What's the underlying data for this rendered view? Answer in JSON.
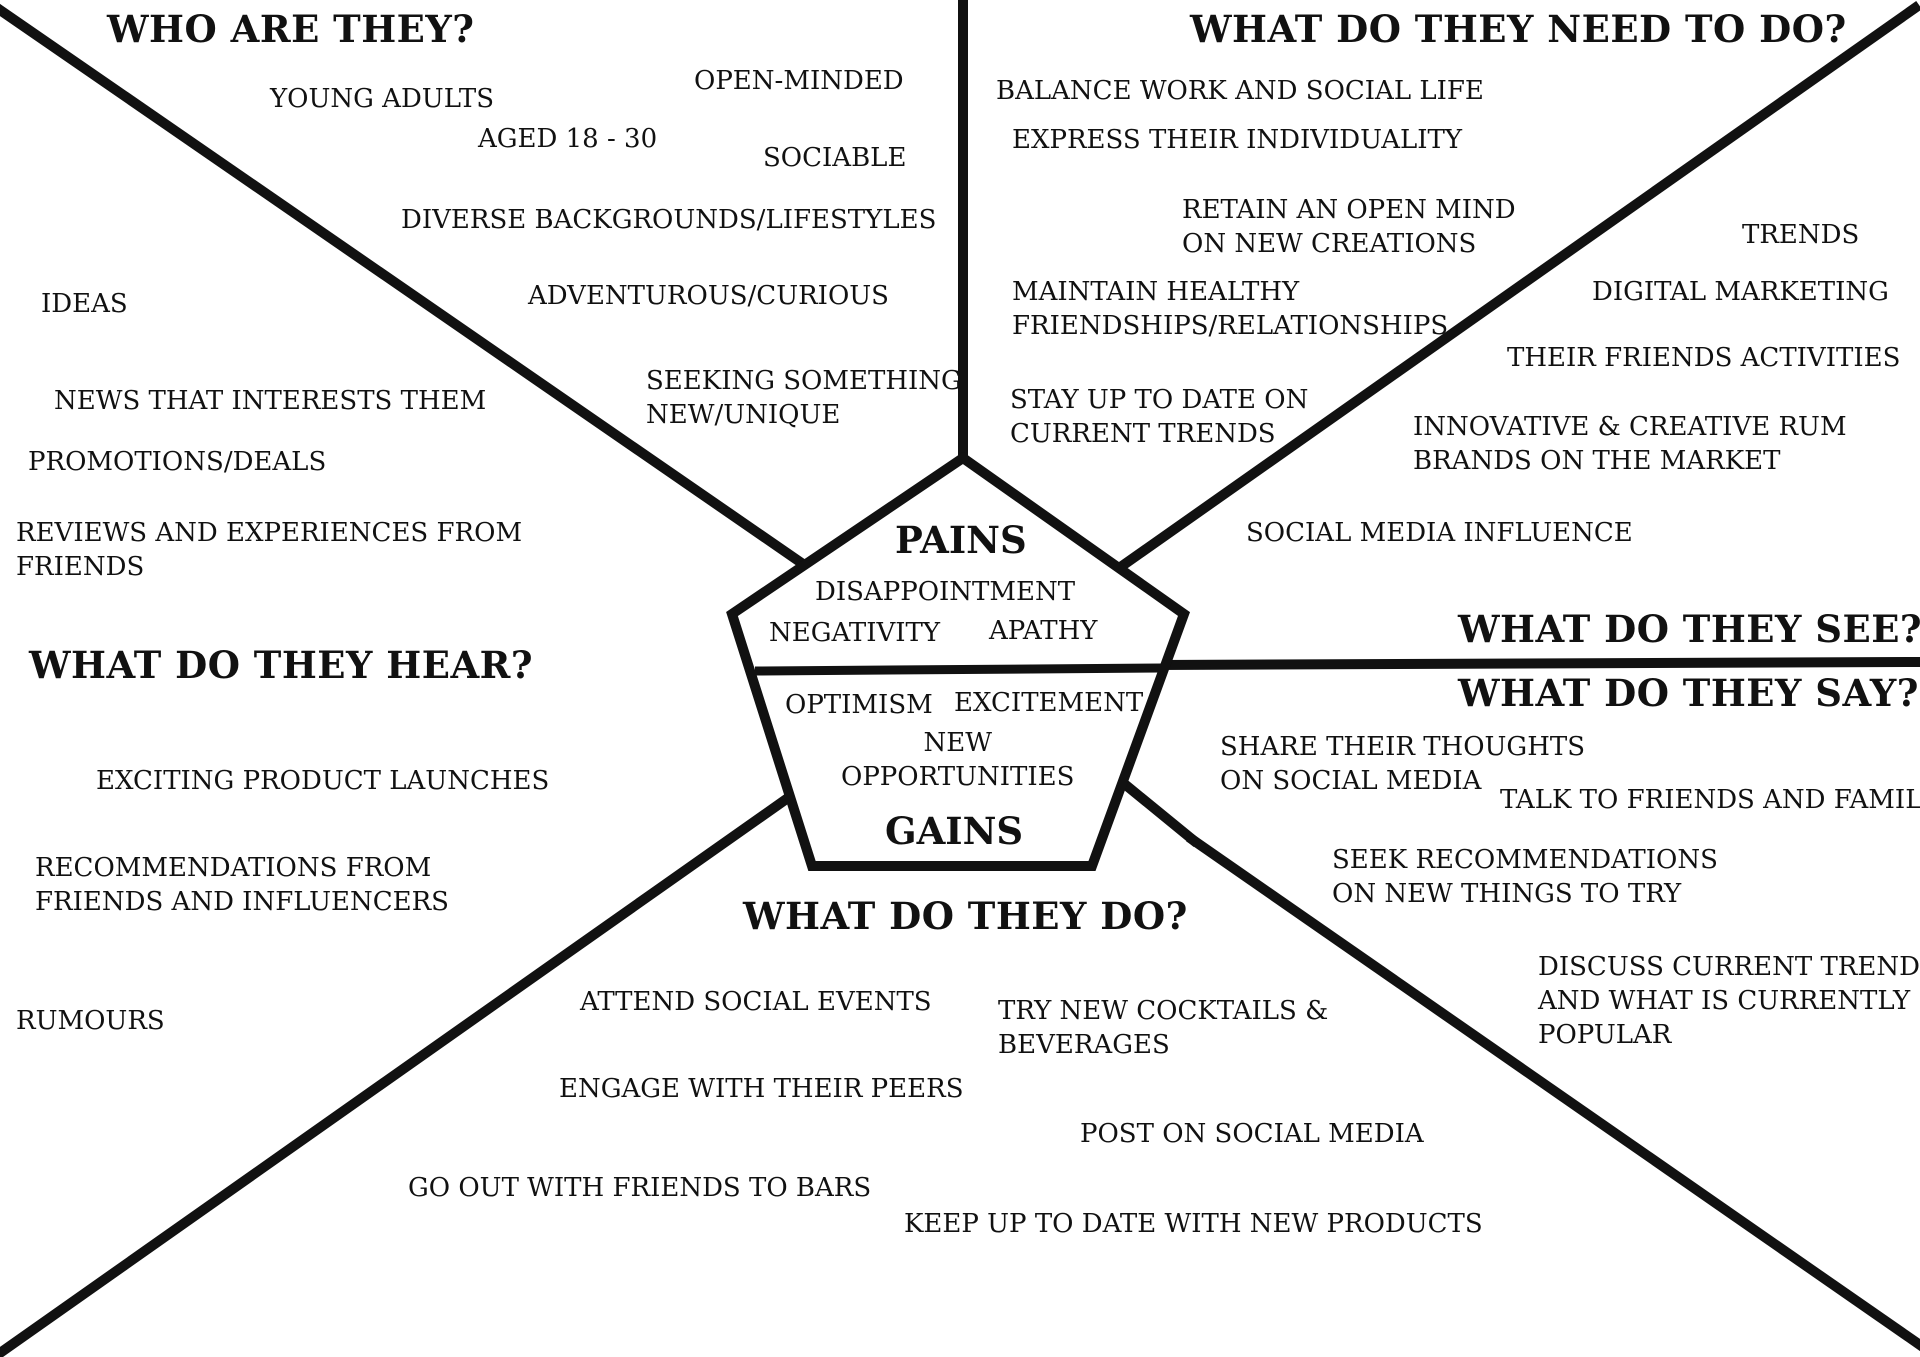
{
  "quadrants": {
    "who": {
      "heading": "WHO ARE THEY?",
      "items": [
        "YOUNG ADULTS",
        "OPEN-MINDED",
        "AGED 18 - 30",
        "SOCIABLE",
        "DIVERSE BACKGROUNDS/LIFESTYLES",
        "ADVENTUROUS/CURIOUS",
        "SEEKING SOMETHING\nNEW/UNIQUE"
      ]
    },
    "need": {
      "heading": "WHAT DO THEY NEED TO DO?",
      "items": [
        "BALANCE WORK AND SOCIAL LIFE",
        "EXPRESS THEIR INDIVIDUALITY",
        "RETAIN AN OPEN MIND\nON NEW CREATIONS",
        "MAINTAIN HEALTHY\nFRIENDSHIPS/RELATIONSHIPS",
        "STAY UP TO DATE ON\nCURRENT TRENDS"
      ]
    },
    "see": {
      "heading": "WHAT DO THEY SEE?",
      "items": [
        "TRENDS",
        "DIGITAL MARKETING",
        "THEIR FRIENDS ACTIVITIES",
        "INNOVATIVE & CREATIVE RUM\nBRANDS ON THE MARKET",
        "SOCIAL MEDIA INFLUENCE"
      ]
    },
    "say": {
      "heading": "WHAT DO THEY SAY?",
      "items": [
        "SHARE THEIR THOUGHTS\nON SOCIAL MEDIA",
        "TALK TO FRIENDS AND FAMILY",
        "SEEK RECOMMENDATIONS\nON NEW THINGS TO TRY",
        "DISCUSS CURRENT TRENDS\nAND WHAT IS CURRENTLY\nPOPULAR"
      ]
    },
    "do": {
      "heading": "WHAT DO THEY DO?",
      "items": [
        "ATTEND SOCIAL EVENTS",
        "TRY NEW COCKTAILS &\nBEVERAGES",
        "ENGAGE WITH THEIR PEERS",
        "POST ON SOCIAL MEDIA",
        "GO OUT WITH FRIENDS TO BARS",
        "KEEP UP TO DATE WITH NEW PRODUCTS"
      ]
    },
    "hear": {
      "heading": "WHAT DO THEY HEAR?",
      "items": [
        "IDEAS",
        "NEWS THAT INTERESTS THEM",
        "PROMOTIONS/DEALS",
        "REVIEWS AND EXPERIENCES FROM\nFRIENDS",
        "EXCITING PRODUCT LAUNCHES",
        "RECOMMENDATIONS FROM\nFRIENDS AND INFLUENCERS",
        "RUMOURS"
      ]
    }
  },
  "center": {
    "pains_title": "PAINS",
    "pains": [
      "DISAPPOINTMENT",
      "NEGATIVITY",
      "APATHY"
    ],
    "gains_title": "GAINS",
    "gains": [
      "OPTIMISM",
      "EXCITEMENT",
      "NEW\nOPPORTUNITIES"
    ]
  }
}
